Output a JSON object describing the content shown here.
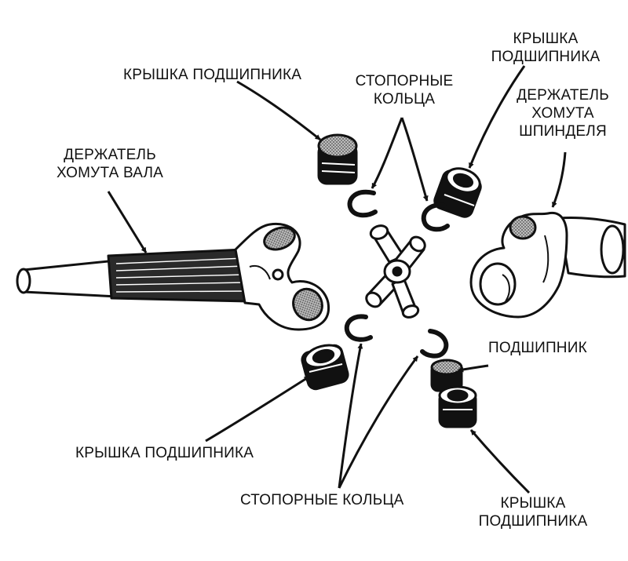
{
  "labels": {
    "bearing_cap_top_left": "КРЫШКА ПОДШИПНИКА",
    "retaining_rings_top_1": "СТОПОРНЫЕ",
    "retaining_rings_top_2": "КОЛЬЦА",
    "bearing_cap_top_right_1": "КРЫШКА",
    "bearing_cap_top_right_2": "ПОДШИПНИКА",
    "spindle_yoke_1": "ДЕРЖАТЕЛЬ",
    "spindle_yoke_2": "ХОМУТА",
    "spindle_yoke_3": "ШПИНДЕЛЯ",
    "shaft_yoke_1": "ДЕРЖАТЕЛЬ",
    "shaft_yoke_2": "ХОМУТА ВАЛА",
    "bearing": "ПОДШИПНИК",
    "bearing_cap_bottom_left": "КРЫШКА ПОДШИПНИКА",
    "retaining_rings_bottom": "СТОПОРНЫЕ КОЛЬЦА",
    "bearing_cap_bottom_right_1": "КРЫШКА",
    "bearing_cap_bottom_right_2": "ПОДШИПНИКА"
  },
  "colors": {
    "ink": "#111111",
    "shade": "#8a8a8a",
    "paper": "#ffffff"
  }
}
